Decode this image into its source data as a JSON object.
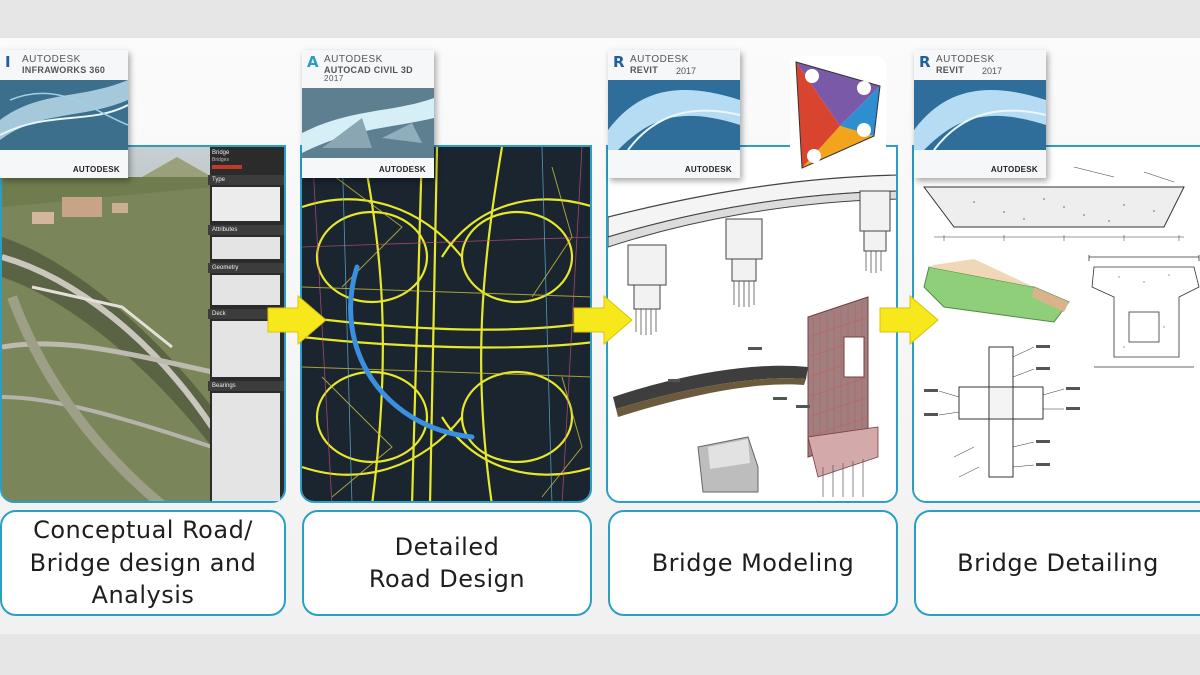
{
  "stages": [
    {
      "caption": "Conceptual Road/ Bridge design and Analysis",
      "product": {
        "brand": "AUTODESK",
        "name": "INFRAWORKS 360",
        "logo": "I",
        "footer": "AUTODESK"
      },
      "side_panel": {
        "title": "Bridge",
        "subtitle": "Bridges",
        "sections": [
          "Type",
          "Attributes",
          "Geometry",
          "Deck",
          "Bearings"
        ]
      }
    },
    {
      "caption": "Detailed Road Design",
      "product": {
        "brand": "AUTODESK",
        "name": "AUTOCAD CIVIL 3D",
        "version": "2017",
        "logo": "A",
        "footer": "AUTODESK"
      }
    },
    {
      "caption": "Bridge Modeling",
      "product": {
        "brand": "AUTODESK",
        "name": "REVIT",
        "version": "2017",
        "logo": "R",
        "footer": "AUTODESK"
      },
      "extra_icon": "dynamo-logo-icon"
    },
    {
      "caption": "Bridge Detailing",
      "product": {
        "brand": "AUTODESK",
        "name": "REVIT",
        "version": "2017",
        "logo": "R",
        "footer": "AUTODESK"
      }
    }
  ],
  "colors": {
    "accent_border": "#2a9fc6",
    "arrow": "#f7e81b",
    "cad_linework": "#e7e82a",
    "alignment": "#3b8fe0",
    "dynamo": [
      "#d9442f",
      "#7a5aa8",
      "#2d8fd0",
      "#f2a51c"
    ]
  },
  "icons": [
    "arrow-right-icon",
    "autodesk-logo-icon",
    "dynamo-logo-icon"
  ]
}
